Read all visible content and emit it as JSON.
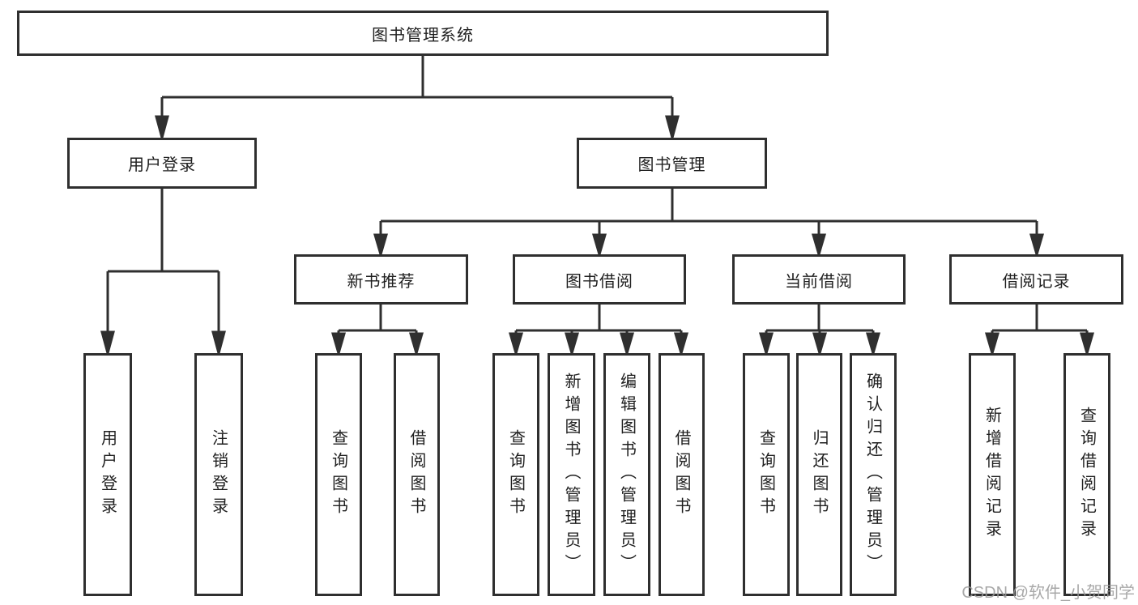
{
  "diagram_title": "图书管理系统",
  "tree": {
    "root": {
      "label": "图书管理系统"
    },
    "children": [
      {
        "label": "用户登录",
        "children": [
          {
            "label": "用户登录"
          },
          {
            "label": "注销登录"
          }
        ]
      },
      {
        "label": "图书管理",
        "children": [
          {
            "label": "新书推荐",
            "children": [
              {
                "label": "查询图书"
              },
              {
                "label": "借阅图书"
              }
            ]
          },
          {
            "label": "图书借阅",
            "children": [
              {
                "label": "查询图书"
              },
              {
                "label": "新增图书（管理员）"
              },
              {
                "label": "编辑图书（管理员）"
              },
              {
                "label": "借阅图书"
              }
            ]
          },
          {
            "label": "当前借阅",
            "children": [
              {
                "label": "查询图书"
              },
              {
                "label": "归还图书"
              },
              {
                "label": "确认归还（管理员）"
              }
            ]
          },
          {
            "label": "借阅记录",
            "children": [
              {
                "label": "新增借阅记录"
              },
              {
                "label": "查询借阅记录"
              }
            ]
          }
        ]
      }
    ]
  },
  "watermark": {
    "text": "CSDN @软件_小贺同学"
  },
  "colors": {
    "background": "#ffffff",
    "box_fill": "#ffffff",
    "box_border": "#2f2f2f",
    "connector_line": "#2f2f2f",
    "text": "#1f1f1f",
    "watermark_text": "#9a9a9a"
  }
}
